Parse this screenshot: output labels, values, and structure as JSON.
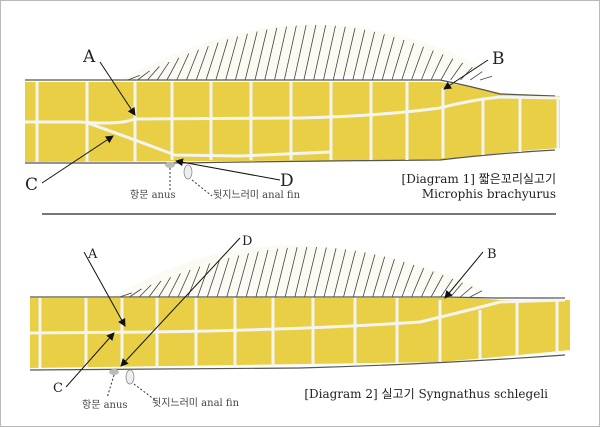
{
  "colors": {
    "muscle_fill": "#e8cf45",
    "septum_line": "#f4f4f0",
    "outline": "#555555",
    "fin_ray": "#444444",
    "divider": "#777777",
    "frame_border": "#b8b8b8"
  },
  "diagram1": {
    "caption_line1": "[Diagram 1] 짧은꼬리실고기",
    "caption_line2": "Microphis brachyurus",
    "labels": {
      "A": "A",
      "B": "B",
      "C": "C",
      "D": "D"
    },
    "anus_label": "항문 anus",
    "anal_fin_label": "뒷지느러미 anal fin"
  },
  "diagram2": {
    "caption": "[Diagram 2] 실고기 Syngnathus schlegeli",
    "labels": {
      "A": "A",
      "B": "B",
      "C": "C",
      "D": "D"
    },
    "anus_label": "항문 anus",
    "anal_fin_label": "뒷지느러미 anal fin"
  }
}
